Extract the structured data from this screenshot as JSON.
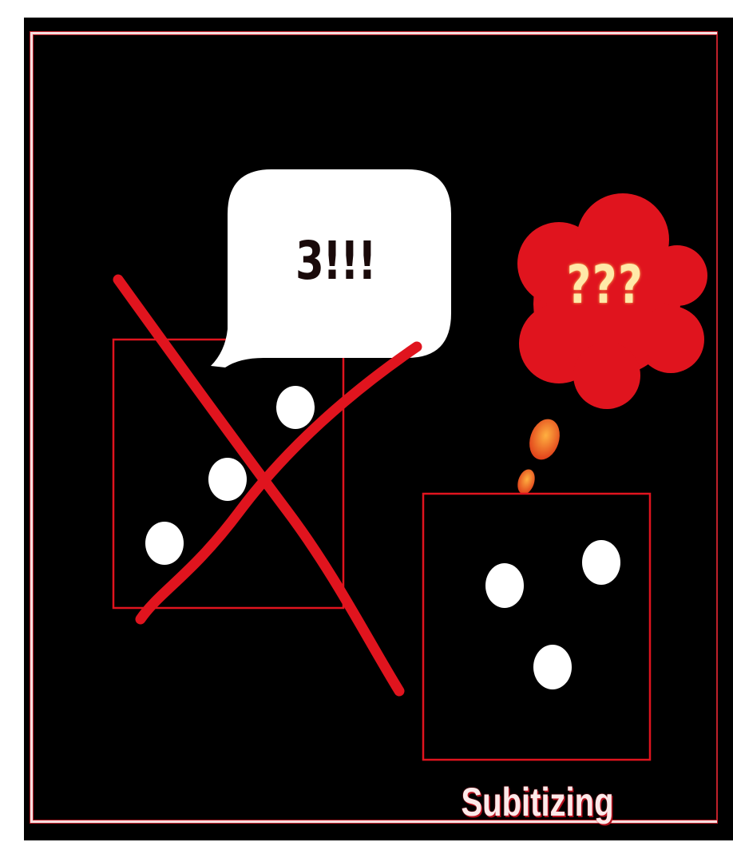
{
  "speech_bubble": {
    "text": "3!!!"
  },
  "thought_bubble": {
    "text": "???"
  },
  "caption": "Subitizing",
  "colors": {
    "background": "#000000",
    "accent_red": "#e0141e",
    "dot": "#ffffff",
    "frame": "#f4dede"
  },
  "crossed_card": {
    "dots": 3,
    "crossed_out": true
  },
  "subitizing_card": {
    "dots": 3
  }
}
